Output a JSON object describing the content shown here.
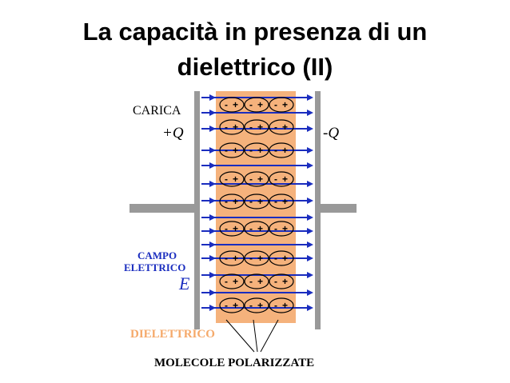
{
  "title": {
    "line1": "La capacità in presenza di un",
    "line2": "dielettrico (II)"
  },
  "labels": {
    "carica": "CARICA",
    "plus_q": "+Q",
    "minus_q": "-Q",
    "campo_line1": "CAMPO",
    "campo_line2": "ELETTRICO",
    "e_symbol": "E",
    "dielettrico": "DIELETTRICO",
    "molecole": "MOLECOLE POLARIZZATE"
  },
  "molecule": {
    "minus": "-",
    "plus": "+"
  },
  "colors": {
    "plate": "#999999",
    "dielectric": "#f5b27c",
    "field_arrow": "#1a2dbf",
    "campo_label": "#1a2dbf",
    "dielettrico_label": "#f5a96a",
    "text": "#000000"
  },
  "counts": {
    "molecule_rows": 9,
    "molecules_per_row": 3
  }
}
